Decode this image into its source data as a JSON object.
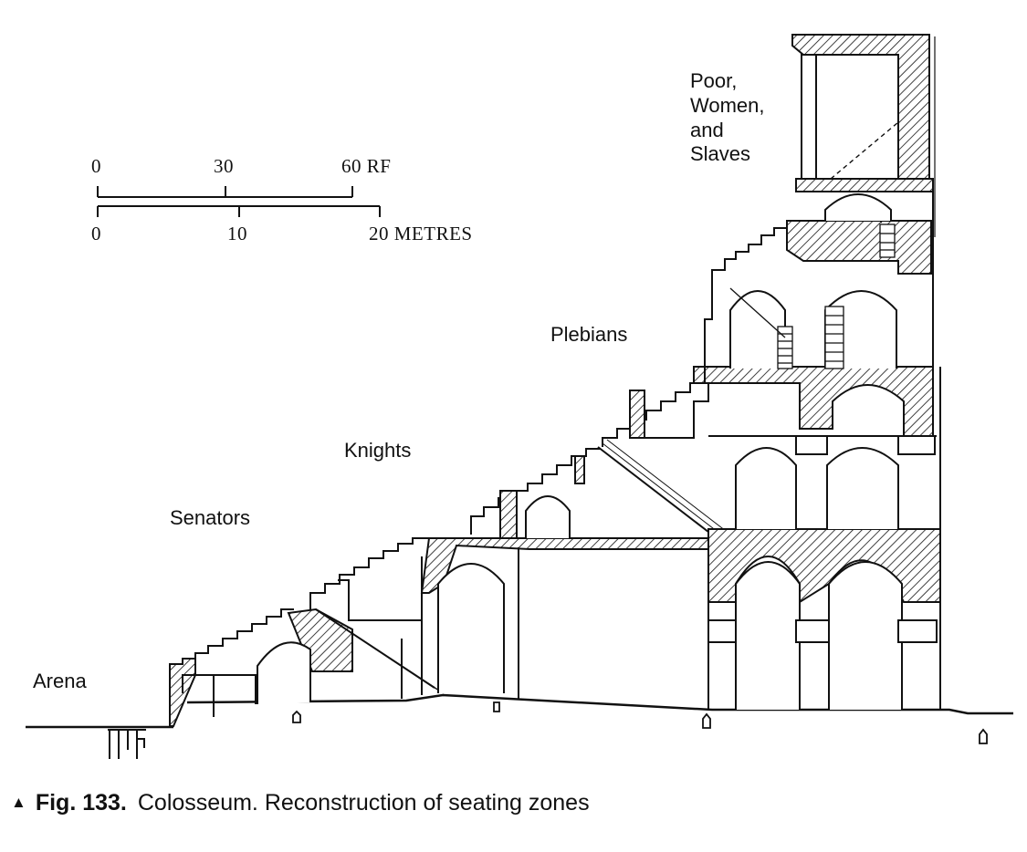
{
  "zones": {
    "arena": "Arena",
    "senators": "Senators",
    "knights": "Knights",
    "plebians": "Plebians",
    "top_line1": "Poor,",
    "top_line2": "Women,",
    "top_line3": "and",
    "top_line4": "Slaves"
  },
  "scale": {
    "feet": [
      "0",
      "30",
      "60 RF"
    ],
    "metres": [
      "0",
      "10",
      "20 METRES"
    ]
  },
  "caption": {
    "marker": "▲",
    "figure": "Fig. 133.",
    "text": "Colosseum. Reconstruction of seating zones"
  }
}
